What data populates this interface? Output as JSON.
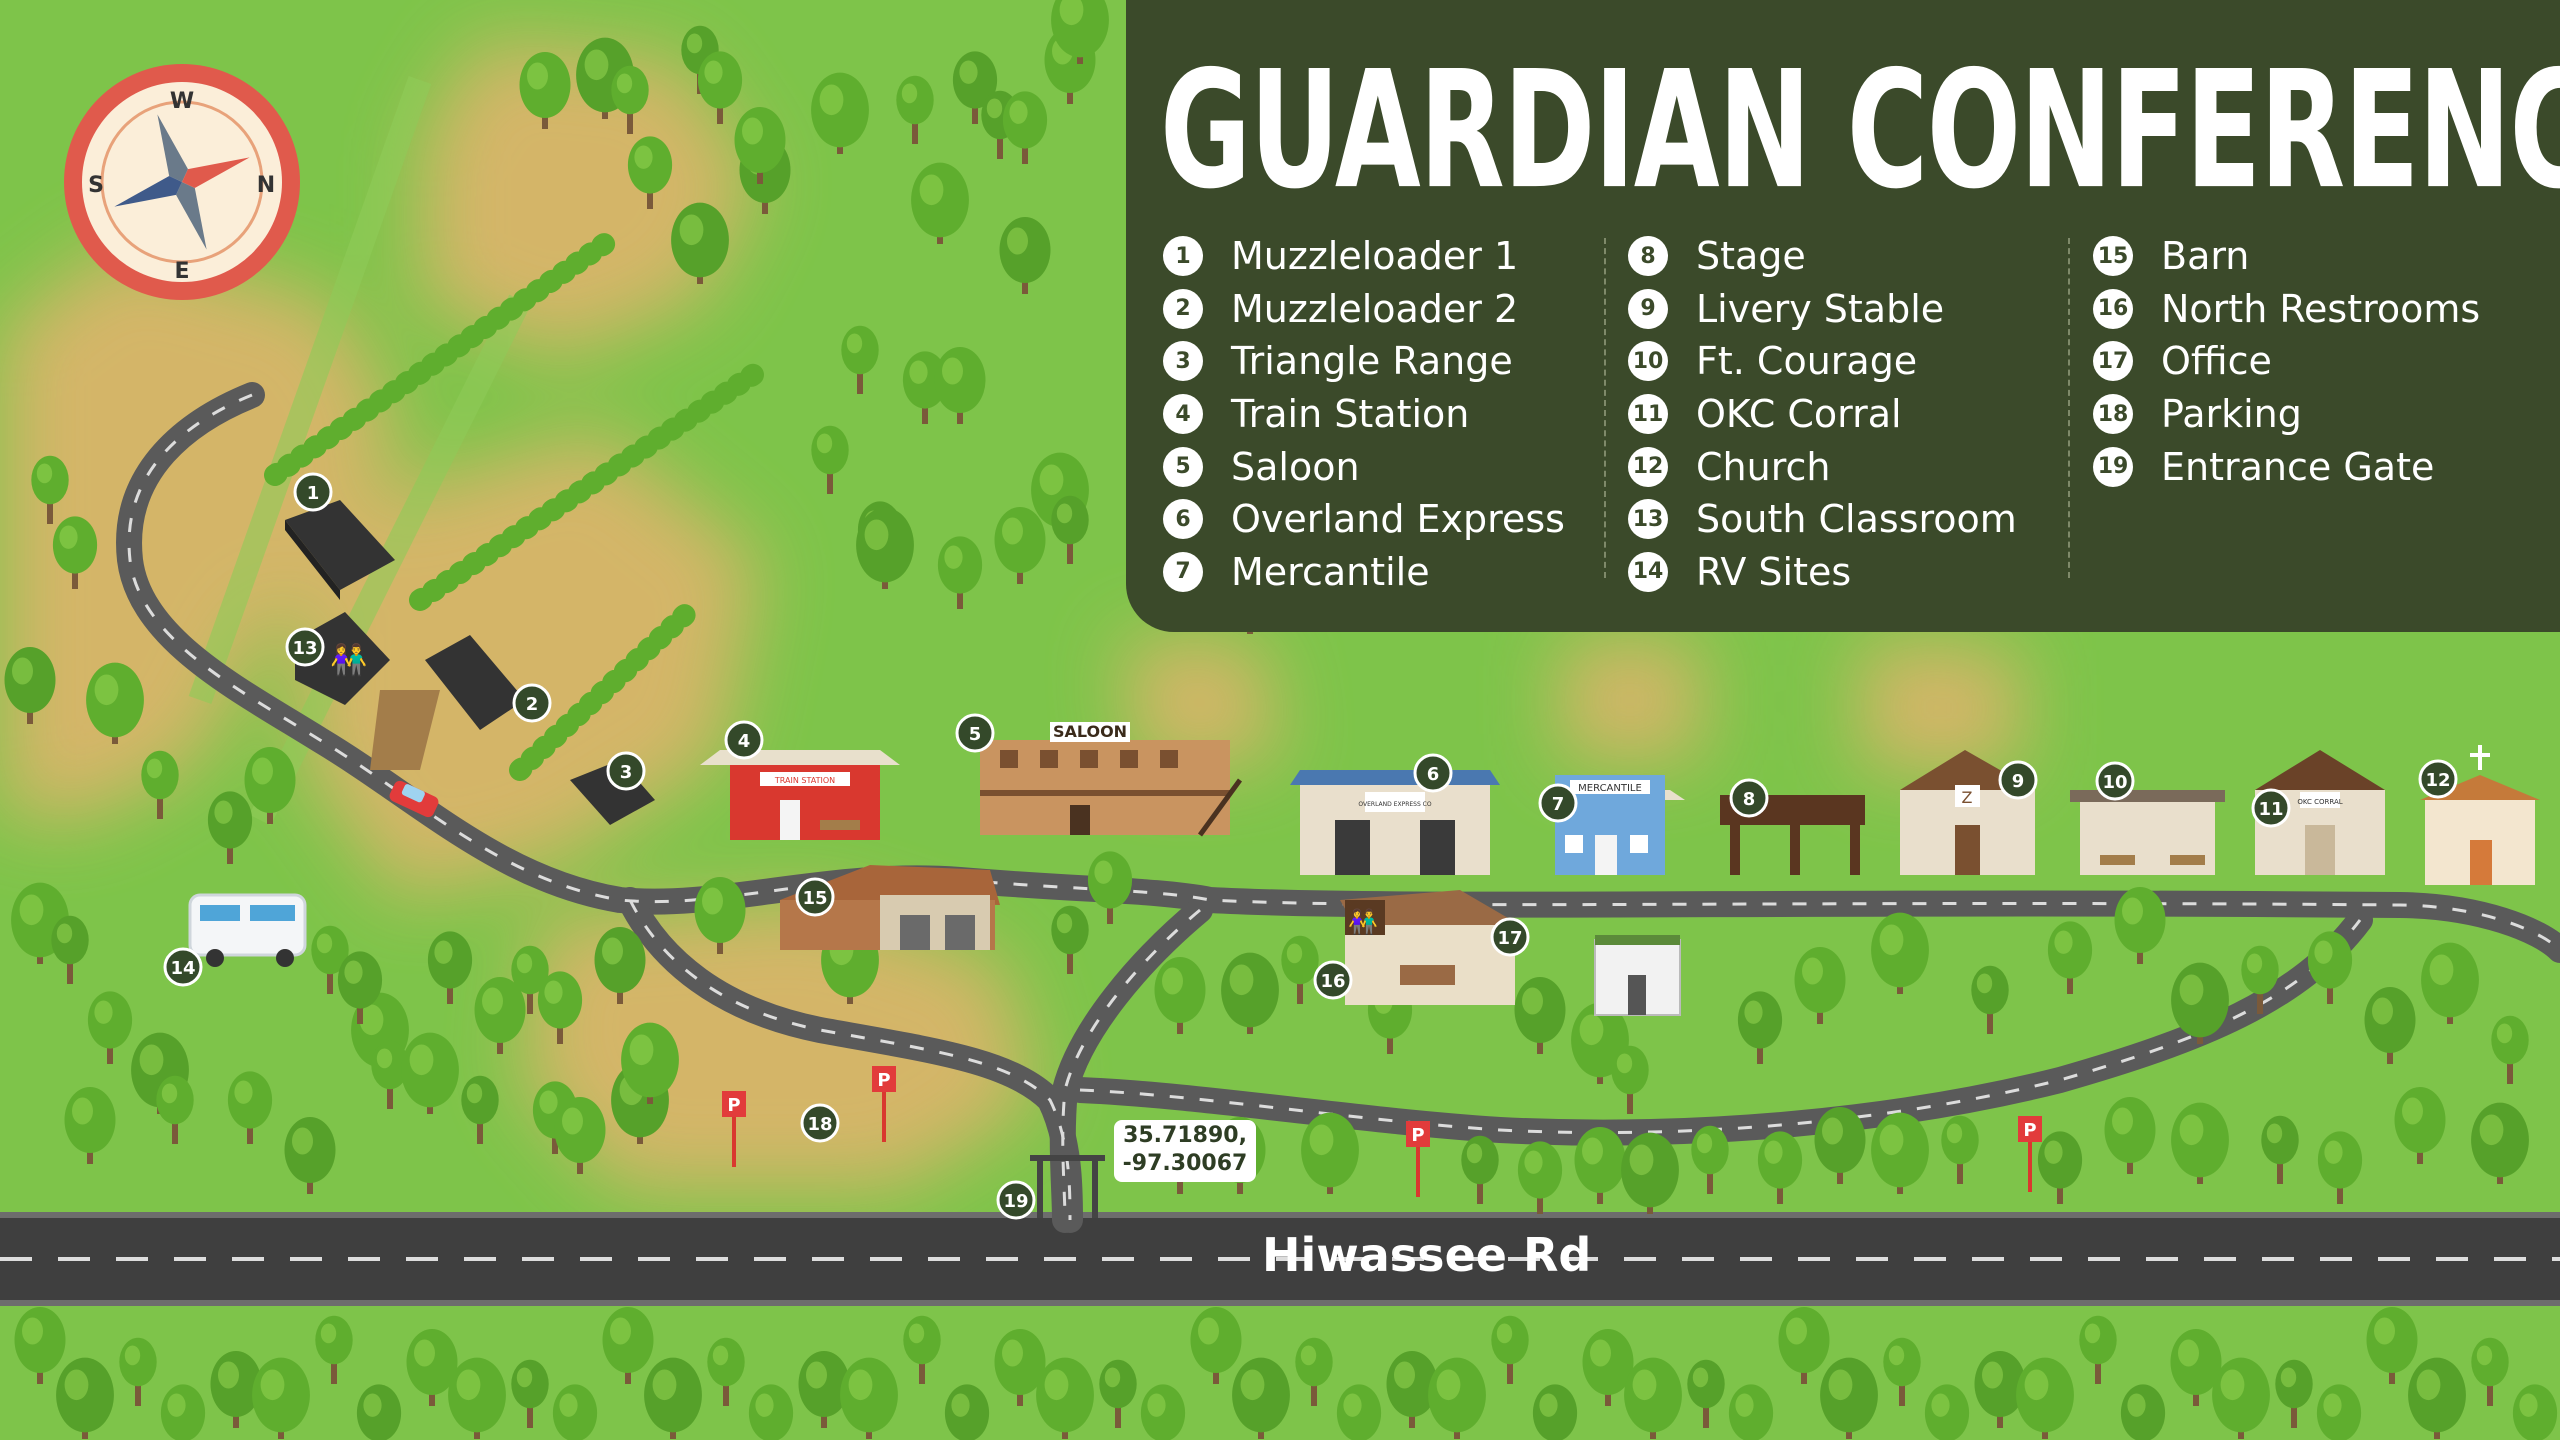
{
  "map": {
    "title": "GUARDIAN CONFERENCE",
    "road_name": "Hiwassee Rd",
    "coordinates": [
      "35.71890,",
      "-97.30067"
    ],
    "compass": {
      "north": "N",
      "south": "S",
      "east": "E",
      "west": "W"
    },
    "building_signs": {
      "saloon": "SALOON",
      "mercantile": "MERCANTILE",
      "train_station": "TRAIN STATION",
      "overland": "OVERLAND EXPRESS CO",
      "okc_corral": "OKC CORRAL",
      "livery": "Z"
    },
    "parking_sign": "P",
    "legend_columns": [
      [
        {
          "num": "1",
          "label": "Muzzleloader 1"
        },
        {
          "num": "2",
          "label": "Muzzleloader 2"
        },
        {
          "num": "3",
          "label": "Triangle Range"
        },
        {
          "num": "4",
          "label": "Train Station"
        },
        {
          "num": "5",
          "label": "Saloon"
        },
        {
          "num": "6",
          "label": "Overland Express"
        },
        {
          "num": "7",
          "label": "Mercantile"
        }
      ],
      [
        {
          "num": "8",
          "label": "Stage"
        },
        {
          "num": "9",
          "label": "Livery Stable"
        },
        {
          "num": "10",
          "label": "Ft. Courage"
        },
        {
          "num": "11",
          "label": "OKC Corral"
        },
        {
          "num": "12",
          "label": "Church"
        },
        {
          "num": "13",
          "label": "South Classroom"
        },
        {
          "num": "14",
          "label": "RV Sites"
        }
      ],
      [
        {
          "num": "15",
          "label": "Barn"
        },
        {
          "num": "16",
          "label": "North Restrooms"
        },
        {
          "num": "17",
          "label": "Office"
        },
        {
          "num": "18",
          "label": "Parking"
        },
        {
          "num": "19",
          "label": "Entrance Gate"
        }
      ]
    ],
    "markers": [
      "1",
      "2",
      "3",
      "4",
      "5",
      "6",
      "7",
      "8",
      "9",
      "10",
      "11",
      "12",
      "13",
      "14",
      "15",
      "16",
      "17",
      "18",
      "19"
    ],
    "colors": {
      "grass": "#7ec44a",
      "dirt": "#dcb36a",
      "road": "#4d4d4d",
      "panel": "#3b4a2a",
      "marker": "#34492a",
      "tree": "#5fae2e"
    }
  }
}
